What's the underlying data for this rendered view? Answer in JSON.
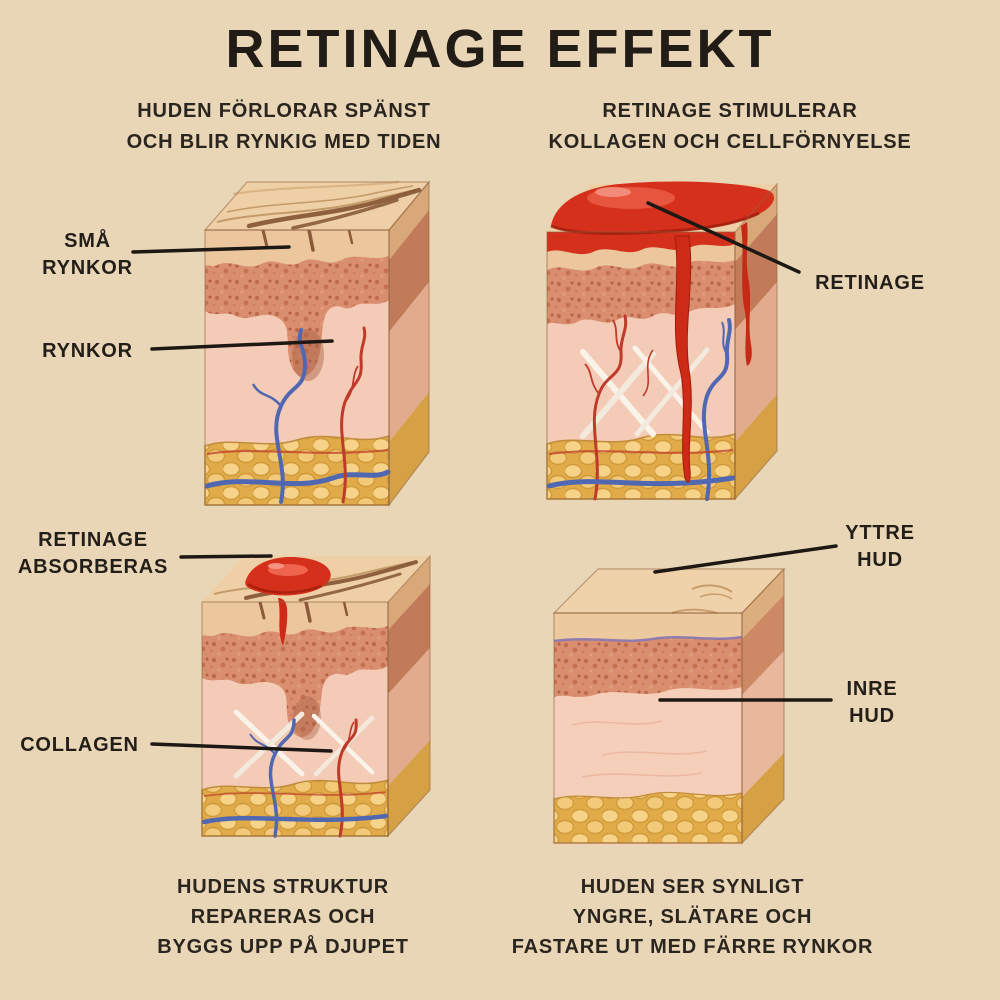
{
  "page": {
    "title": "RETINAGE EFFEKT",
    "background_color": "#e9d6b6",
    "text_color": "#241e19",
    "pointer_line_color": "#1d1814",
    "retinage_red": "#d5301c"
  },
  "panels": {
    "top_left": {
      "subtitle": "HUDEN FÖRLORAR SPÄNST\nOCH BLIR RYNKIG MED TIDEN",
      "diagram": "wrinkled-skin-cross-section",
      "labels": {
        "sma_rynkor": "SMÅ\nRYNKOR",
        "rynkor": "RYNKOR"
      }
    },
    "top_right": {
      "subtitle": "RETINAGE STIMULERAR\nKOLLAGEN OCH CELLFÖRNYELSE",
      "diagram": "skin-cross-section-with-retinage-gel",
      "labels": {
        "retinage": "RETINAGE"
      }
    },
    "bottom_left": {
      "caption": "HUDENS STRUKTUR\nREPARERAS OCH\nBYGGS UPP PÅ DJUPET",
      "diagram": "skin-cross-section-retinage-absorbed",
      "labels": {
        "retinage_absorberas": "RETINAGE\nABSORBERAS",
        "collagen": "COLLAGEN"
      }
    },
    "bottom_right": {
      "caption": "HUDEN SER SYNLIGT\nYNGRE, SLÄTARE OCH\nFASTARE UT MED FÄRRE RYNKOR",
      "diagram": "smooth-skin-cross-section",
      "labels": {
        "yttre_hud": "YTTRE\nHUD",
        "inre_hud": "INRE\nHUD"
      }
    }
  }
}
